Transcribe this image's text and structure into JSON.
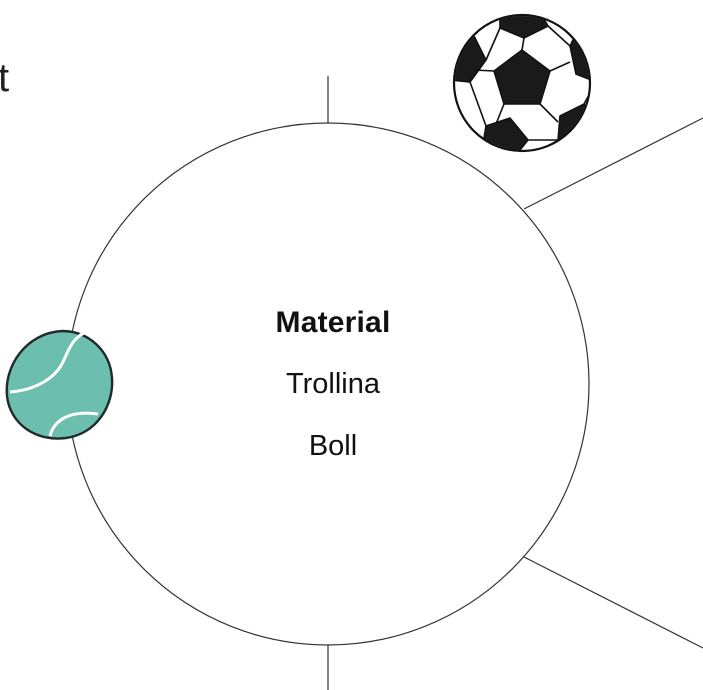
{
  "center": {
    "title": "Material",
    "line1": "Trollina",
    "line2": "Boll"
  },
  "corner_text": "t",
  "colors": {
    "stroke": "#333333",
    "tennis_ball": "#6cbfae",
    "soccer_black": "#1a1a1a"
  },
  "icons": [
    "soccer-ball-icon",
    "tennis-ball-icon"
  ]
}
